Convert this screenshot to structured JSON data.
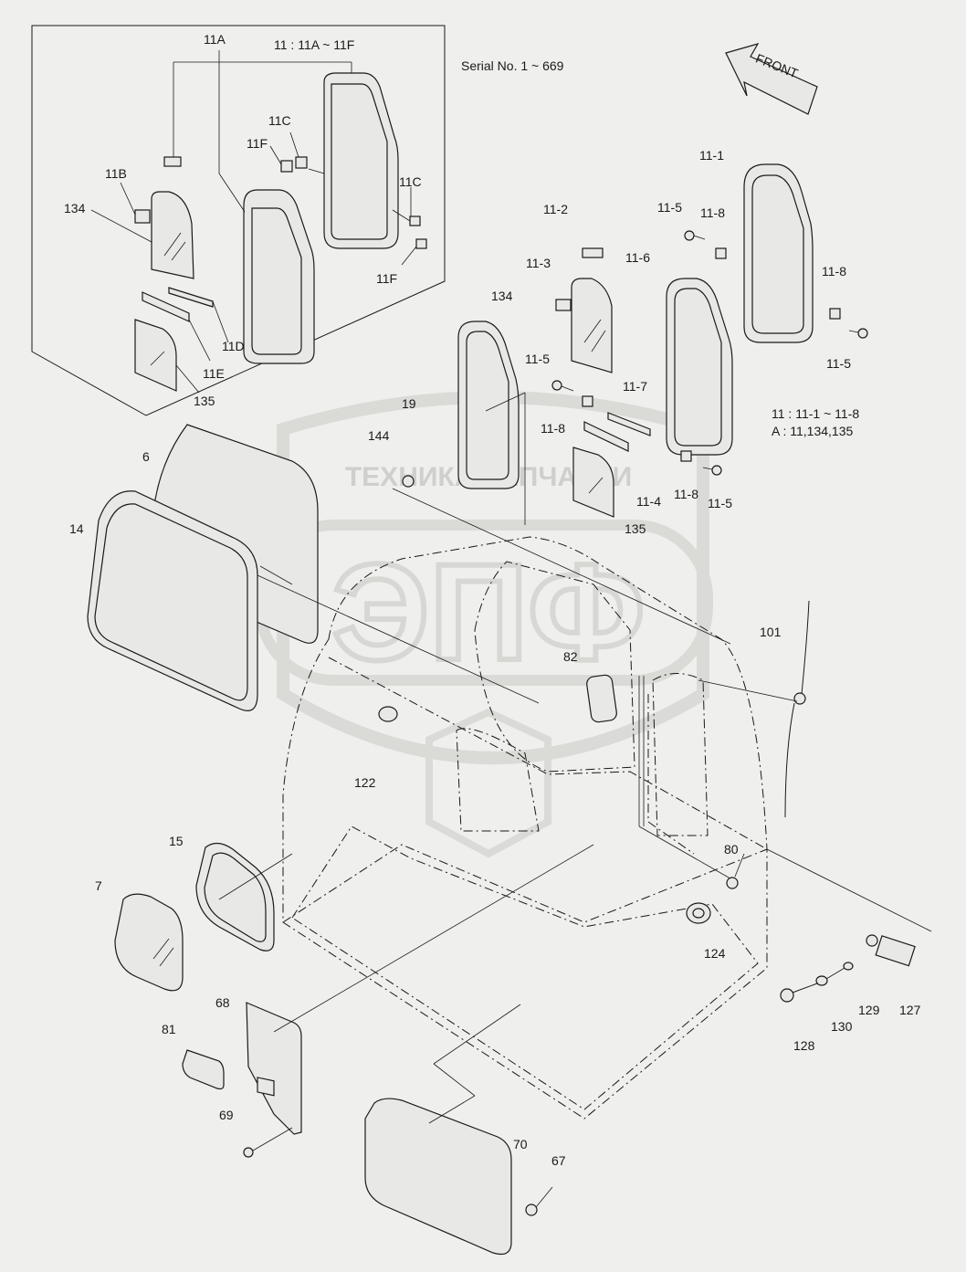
{
  "header": {
    "range_note": "11 : 11A ~ 11F",
    "serial": "Serial No. 1 ~ 669",
    "front_arrow": "FRONT"
  },
  "notes": {
    "set_line1": "11 : 11-1 ~ 11-8",
    "set_line2": "A : 11,134,135"
  },
  "watermark": {
    "text": "ТЕХНИКА  ЗАПЧАСТИ",
    "logo": "ЭПФ"
  },
  "callouts": {
    "11A": "11A",
    "11B": "11B",
    "134a": "134",
    "11C_1": "11C",
    "11F_1": "11F",
    "11C_2": "11C",
    "11F_2": "11F",
    "11D": "11D",
    "11E": "11E",
    "135a": "135",
    "11_1": "11-1",
    "11_2": "11-2",
    "11_3": "11-3",
    "134b": "134",
    "11_5a": "11-5",
    "11_8a": "11-8",
    "11_6": "11-6",
    "11_8b": "11-8",
    "11_5b": "11-5",
    "11_5c": "11-5",
    "11_7": "11-7",
    "11_8c": "11-8",
    "19": "19",
    "144": "144",
    "11_4": "11-4",
    "11_8d": "11-8",
    "11_5d": "11-5",
    "135b": "135",
    "6": "6",
    "14": "14",
    "82": "82",
    "101": "101",
    "122": "122",
    "15": "15",
    "80": "80",
    "7": "7",
    "124": "124",
    "68": "68",
    "81": "81",
    "127": "127",
    "129": "129",
    "130": "130",
    "128": "128",
    "69": "69",
    "70": "70",
    "67": "67"
  }
}
